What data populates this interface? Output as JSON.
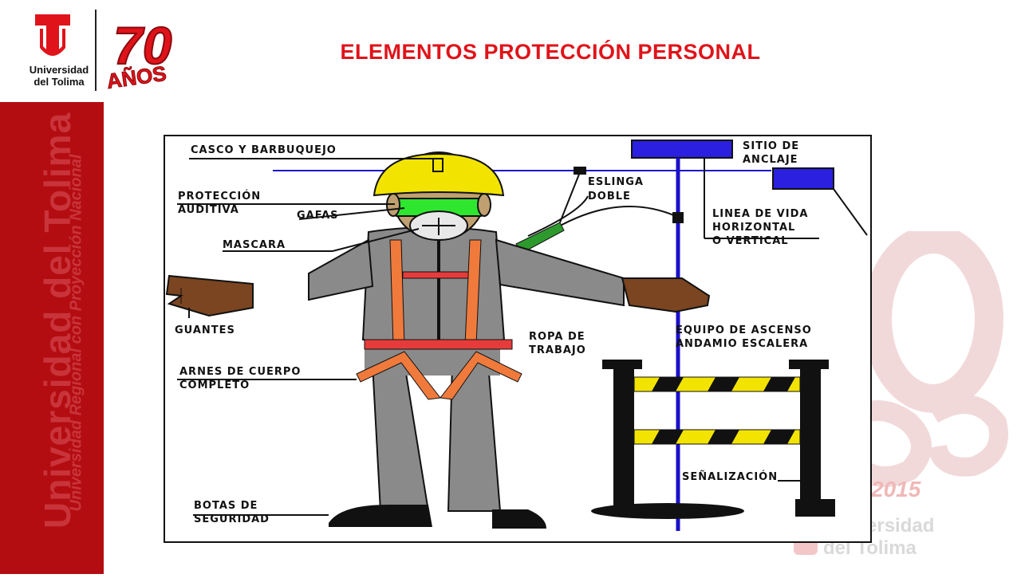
{
  "header": {
    "title": "ELEMENTOS  PROTECCIÓN   PERSONAL",
    "logo": {
      "line1": "Universidad",
      "line2": "del Tolima",
      "anniversary_number": "70",
      "anniversary_word": "AÑOS"
    }
  },
  "sidebar": {
    "main_text": "Universidad del Tolima",
    "sub_text": "Universidad Regional con Proyección Nacional"
  },
  "watermark": {
    "year": "2015",
    "line1": "Universidad",
    "line2": "del Tolima"
  },
  "diagram": {
    "labels": {
      "casco": "CASCO Y BARBUQUEJO",
      "proteccion_1": "PROTECCIÓN",
      "proteccion_2": "AUDITIVA",
      "gafas": "GAFAS",
      "mascara": "MASCARA",
      "guantes": "GUANTES",
      "arnes_1": "ARNES DE CUERPO",
      "arnes_2": "COMPLETO",
      "botas_1": "BOTAS DE",
      "botas_2": "SEGURIDAD",
      "eslinga_1": "ESLINGA",
      "eslinga_2": "DOBLE",
      "anclaje_1": "SITIO DE",
      "anclaje_2": "ANCLAJE",
      "linea_1": "LINEA DE VIDA",
      "linea_2": "HORIZONTAL",
      "linea_3": "O VERTICAL",
      "ropa_1": "ROPA DE",
      "ropa_2": "TRABAJO",
      "equipo_1": "EQUIPO DE ASCENSO",
      "equipo_2": "ANDAMIO ESCALERA",
      "senalizacion": "SEÑALIZACIÓN"
    },
    "colors": {
      "helmet": "#f2e400",
      "suit": "#8a8a8a",
      "harness": "#f07a3c",
      "gloves": "#7a4520",
      "anchor": "#2b1fe0",
      "line": "#1a10c8",
      "goggles": "#2ee62e",
      "lanyard": "#2e9a2e"
    }
  }
}
